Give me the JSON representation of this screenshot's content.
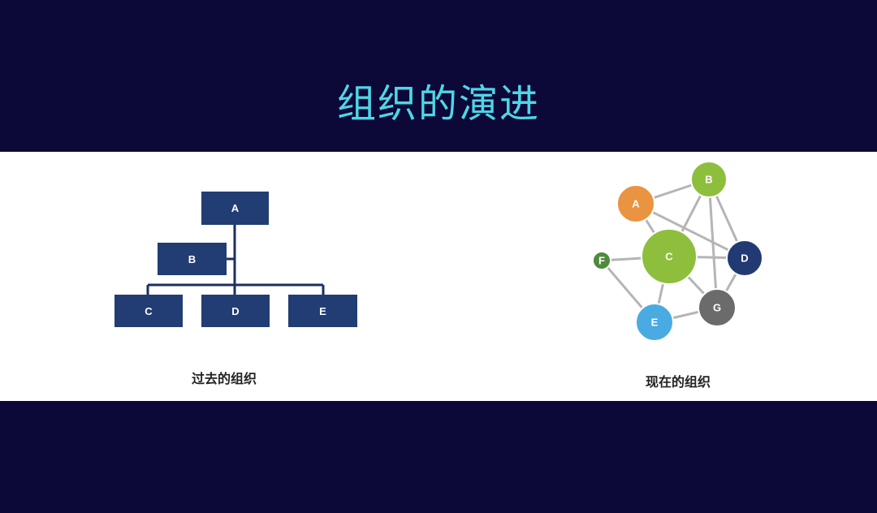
{
  "slide": {
    "title": "组织的演进",
    "title_color": "#4fd6e6",
    "background": "#0c0838"
  },
  "past": {
    "caption": "过去的组织",
    "box_color": "#223d73",
    "nodes": {
      "a": "A",
      "b": "B",
      "c": "C",
      "d": "D",
      "e": "E"
    }
  },
  "present": {
    "caption": "现在的组织",
    "nodes": {
      "a": {
        "label": "A",
        "color": "#ea9340"
      },
      "b": {
        "label": "B",
        "color": "#8dbf3c"
      },
      "c": {
        "label": "C",
        "color": "#8dbf3c"
      },
      "d": {
        "label": "D",
        "color": "#223a73"
      },
      "e": {
        "label": "E",
        "color": "#4aabe2"
      },
      "f": {
        "label": "F",
        "color": "#4f8a3c"
      },
      "g": {
        "label": "G",
        "color": "#6b6b6b"
      }
    },
    "edges": [
      [
        "a",
        "b"
      ],
      [
        "a",
        "c"
      ],
      [
        "a",
        "d"
      ],
      [
        "b",
        "c"
      ],
      [
        "b",
        "g"
      ],
      [
        "b",
        "d"
      ],
      [
        "f",
        "c"
      ],
      [
        "f",
        "e"
      ],
      [
        "c",
        "d"
      ],
      [
        "c",
        "g"
      ],
      [
        "e",
        "g"
      ],
      [
        "e",
        "c"
      ],
      [
        "g",
        "d"
      ]
    ]
  }
}
